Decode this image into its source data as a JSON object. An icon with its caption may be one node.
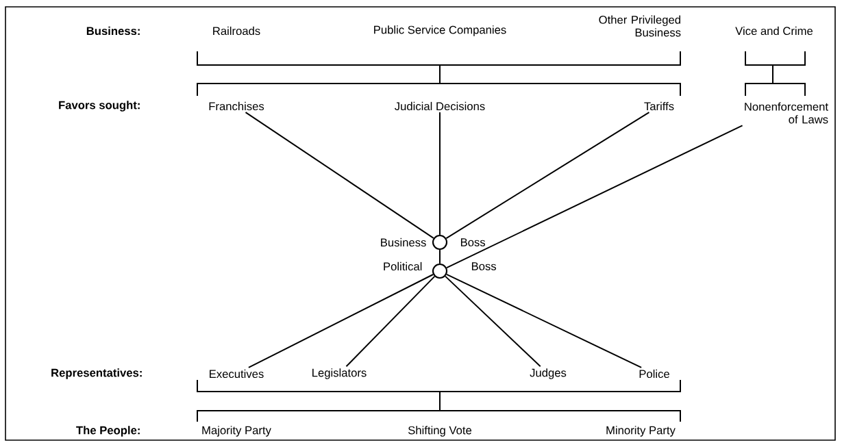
{
  "diagram": {
    "nodes": [
      {
        "text": [
          "Railroads"
        ]
      },
      {
        "text": [
          "Public Service Companies"
        ]
      },
      {
        "text": [
          "Other Privileged Business"
        ]
      },
      {
        "text": [
          "Vice and Crime"
        ]
      },
      {
        "text": [
          "Franchises"
        ]
      },
      {
        "text": [
          "Judicial Decisions"
        ]
      },
      {
        "text": [
          "Tariffs"
        ]
      },
      {
        "text": [
          "Nonenforcement of Laws"
        ]
      },
      {
        "text": [],
        "shape": "circle",
        "beside": [
          "Business",
          "Boss"
        ]
      },
      {
        "text": [],
        "shape": "circle",
        "beside": [
          "Political",
          "Boss"
        ]
      },
      {
        "text": [
          "Executives"
        ]
      },
      {
        "text": [
          "Legislators"
        ]
      },
      {
        "text": [
          "Judges"
        ]
      },
      {
        "text": [
          "Police"
        ]
      },
      {
        "text": [
          "Majority Party"
        ]
      },
      {
        "text": [
          "Shifting Vote"
        ]
      },
      {
        "text": [
          "Minority Party"
        ]
      }
    ],
    "edges": [
      {
        "from": 4,
        "to": 8,
        "arrow": "none"
      },
      {
        "from": 5,
        "to": 8,
        "arrow": "none"
      },
      {
        "from": 6,
        "to": 8,
        "arrow": "none"
      },
      {
        "from": 8,
        "to": 9,
        "arrow": "none"
      },
      {
        "from": 7,
        "to": 9,
        "arrow": "none"
      },
      {
        "from": 9,
        "to": 10,
        "arrow": "none"
      },
      {
        "from": 9,
        "to": 11,
        "arrow": "none"
      },
      {
        "from": 9,
        "to": 12,
        "arrow": "none"
      },
      {
        "from": 9,
        "to": 13,
        "arrow": "none"
      }
    ],
    "labels": [
      "Business:",
      "Favors sought:",
      "Representatives:",
      "The People:"
    ]
  }
}
